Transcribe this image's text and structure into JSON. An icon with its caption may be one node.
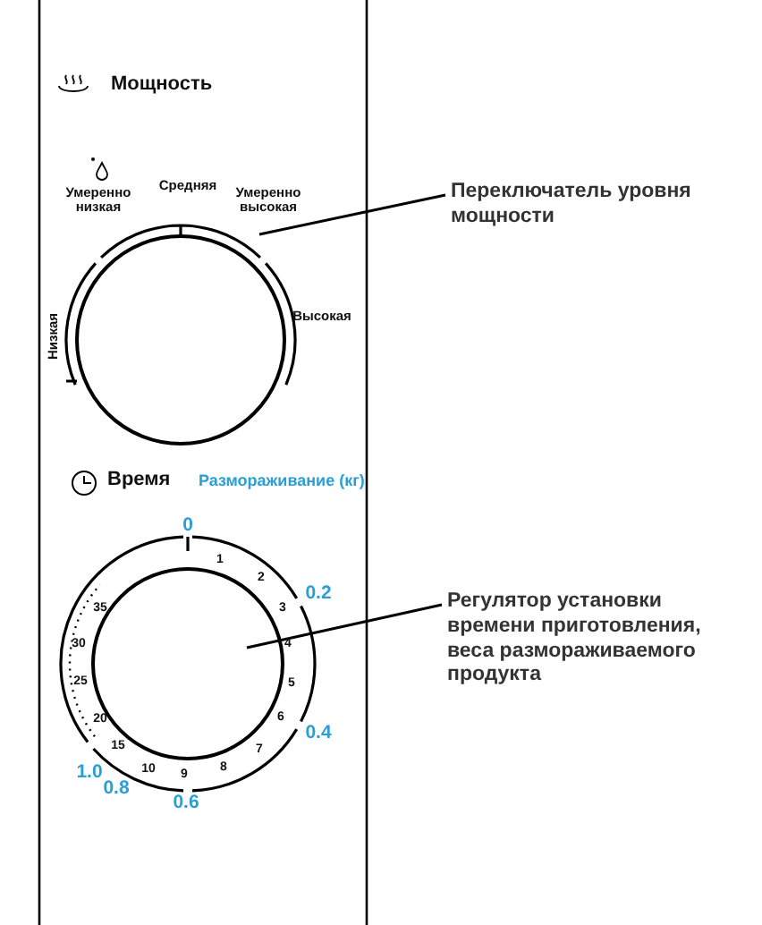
{
  "diagram": {
    "nodes": [
      {
        "text": [
          "Переключатель уровня мощности"
        ]
      },
      {
        "text": [],
        "shape": "circle"
      },
      {
        "text": [
          "Регулятор установки времени приготовления, веса размораживаемого продукта"
        ]
      },
      {
        "text": [],
        "shape": "circle"
      }
    ],
    "edges": [
      {
        "from": 0,
        "to": 1,
        "arrow": "none"
      },
      {
        "from": 2,
        "to": 3,
        "arrow": "none"
      }
    ],
    "labels": [
      "Мощность",
      "Умеренно низкая",
      "Средняя",
      "Умеренно высокая",
      "Низкая",
      "Высокая",
      "Время",
      "Размораживание (кг)",
      "0",
      "1",
      "2",
      "3",
      "4",
      "5",
      "6",
      "7",
      "8",
      "9",
      "0.2",
      "0.4",
      "0.6",
      "0.8",
      "1.0",
      "10",
      "15",
      "20",
      "25",
      "30",
      "35"
    ]
  }
}
